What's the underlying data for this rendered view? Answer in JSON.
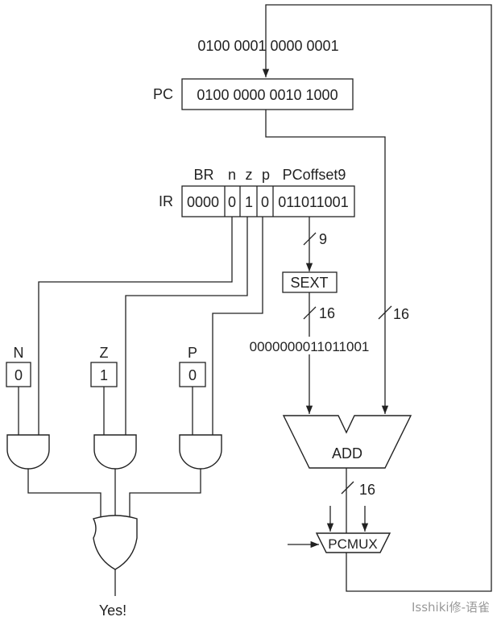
{
  "pc_next_value": "0100 0001 0000 0001",
  "pc_next_color": "#e0218a",
  "pc": {
    "label": "PC",
    "value": "0100 0000 0010 1000"
  },
  "ir": {
    "label": "IR",
    "field_labels": {
      "br": "BR",
      "n": "n",
      "z": "z",
      "p": "p",
      "offset": "PCoffset9"
    },
    "fields": {
      "opcode": "0000",
      "n": "0",
      "z": "1",
      "p": "0",
      "offset": "011011001"
    }
  },
  "sext": {
    "label": "SEXT",
    "in_width": "9",
    "out_width": "16",
    "output_value": "0000000011011001"
  },
  "pc_bus_width": "16",
  "adder": {
    "label": "ADD",
    "out_width": "16"
  },
  "pcmux": {
    "label": "PCMUX"
  },
  "cond_codes": [
    {
      "name": "N",
      "value": "0"
    },
    {
      "name": "Z",
      "value": "1"
    },
    {
      "name": "P",
      "value": "0"
    }
  ],
  "result_label": "Yes!",
  "watermark": "Isshiki修-语雀"
}
